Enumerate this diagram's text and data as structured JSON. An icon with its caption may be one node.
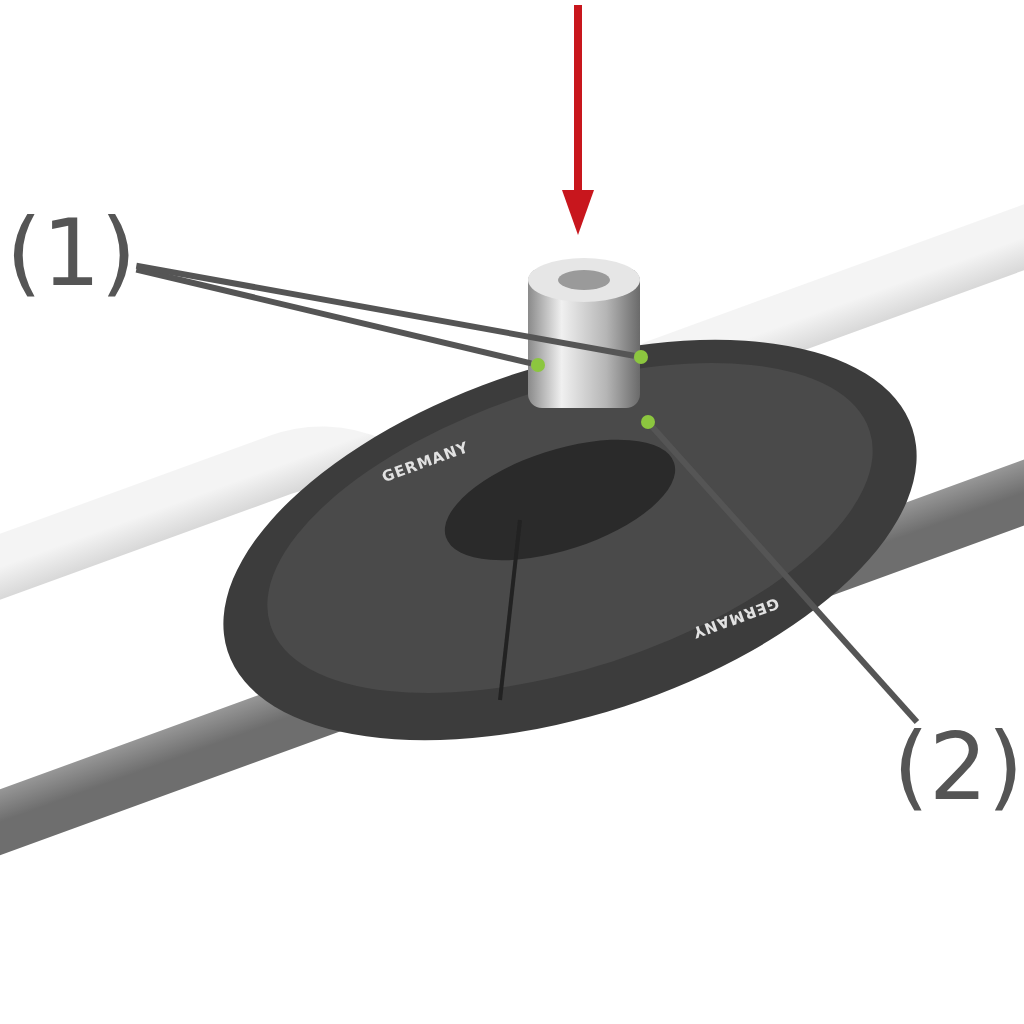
{
  "diagram": {
    "nodes": [
      {
        "text": [
          "(1)"
        ]
      },
      {
        "text": [],
        "shape": "circle"
      },
      {
        "text": [],
        "shape": "circle"
      },
      {
        "text": [],
        "shape": "circle"
      },
      {
        "text": [
          "(2)"
        ]
      }
    ],
    "edges": [
      {
        "from": 0,
        "to": 1,
        "arrow": "none"
      },
      {
        "from": 0,
        "to": 2,
        "arrow": "none"
      },
      {
        "from": 4,
        "to": 3,
        "arrow": "none"
      }
    ],
    "labels": [
      "GERMANY",
      "GERMANY"
    ]
  }
}
